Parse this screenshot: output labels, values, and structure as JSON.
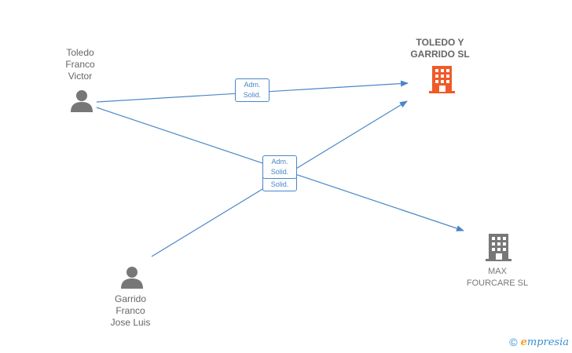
{
  "nodes": {
    "person_toledo": {
      "lines": [
        "Toledo",
        "Franco",
        "Victor"
      ]
    },
    "person_garrido": {
      "lines": [
        "Garrido",
        "Franco",
        "Jose Luis"
      ]
    },
    "company_main": {
      "lines": [
        "TOLEDO Y",
        "GARRIDO  SL"
      ],
      "color": "#f05a28"
    },
    "company_max": {
      "lines": [
        "MAX",
        "FOURCARE  SL"
      ],
      "color": "#777777"
    }
  },
  "relations": {
    "badge_top": [
      "Adm.",
      "Solid."
    ],
    "badge_center_upper": [
      "Adm.",
      "Solid."
    ],
    "badge_center_lower": [
      "Solid."
    ]
  },
  "colors": {
    "edge": "#4a86c8",
    "person_icon": "#777777"
  },
  "watermark": {
    "copyright": "©",
    "brand_first": "e",
    "brand_rest": "mpresia"
  }
}
